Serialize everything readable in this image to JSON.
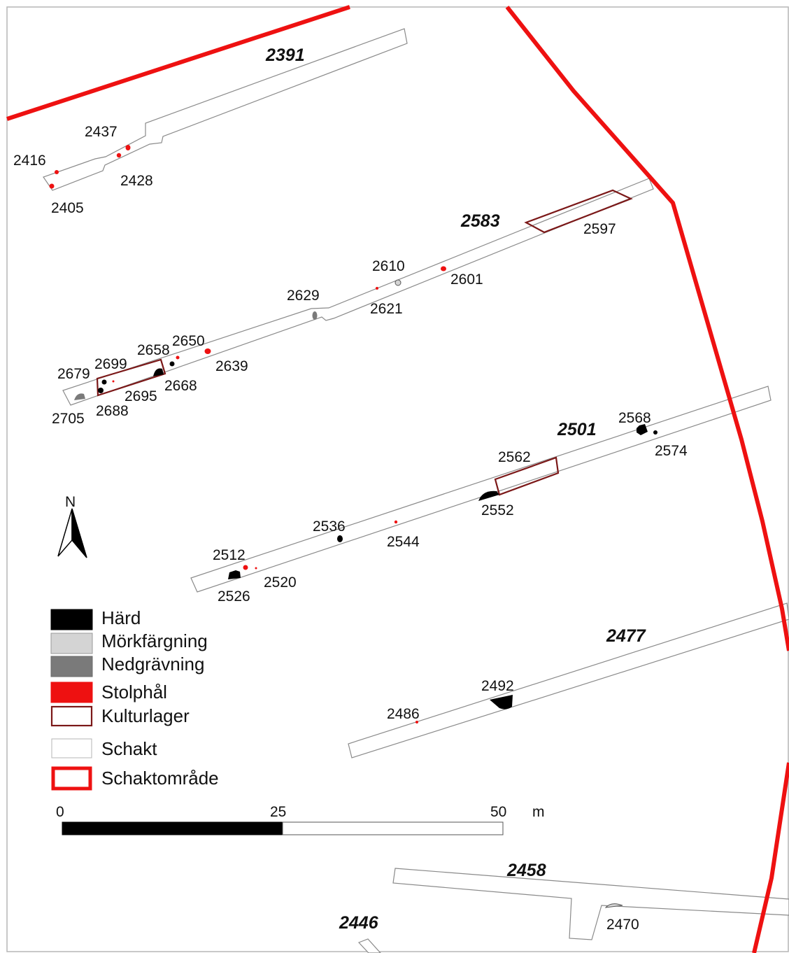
{
  "colors": {
    "hard": "#000000",
    "morkfargning": "#d4d4d4",
    "nedgravning": "#7a7a7a",
    "stolphal": "#ee1111",
    "kulturlager": "#7b1818",
    "schakt_stroke": "#8a8a8a",
    "schaktomrade": "#ee1111"
  },
  "trenches": {
    "t2391": "2391",
    "t2583": "2583",
    "t2501": "2501",
    "t2477": "2477",
    "t2458": "2458",
    "t2446": "2446"
  },
  "features": {
    "f2437": "2437",
    "f2416": "2416",
    "f2428": "2428",
    "f2405": "2405",
    "f2597": "2597",
    "f2610": "2610",
    "f2601": "2601",
    "f2629": "2629",
    "f2621": "2621",
    "f2658": "2658",
    "f2650": "2650",
    "f2639": "2639",
    "f2679": "2679",
    "f2699": "2699",
    "f2668": "2668",
    "f2695": "2695",
    "f2705": "2705",
    "f2688": "2688",
    "f2568": "2568",
    "f2574": "2574",
    "f2562": "2562",
    "f2552": "2552",
    "f2536": "2536",
    "f2544": "2544",
    "f2512": "2512",
    "f2520": "2520",
    "f2526": "2526",
    "f2492": "2492",
    "f2486": "2486",
    "f2470": "2470"
  },
  "north": {
    "label": "N"
  },
  "legend": {
    "hard": "Härd",
    "morkfargning": "Mörkfärgning",
    "nedgravning": "Nedgrävning",
    "stolphal": "Stolphål",
    "kulturlager": "Kulturlager",
    "schakt": "Schakt",
    "schaktomrade": "Schaktområde"
  },
  "scale": {
    "tick_0": "0",
    "tick_25": "25",
    "tick_50": "50",
    "unit": "m"
  }
}
